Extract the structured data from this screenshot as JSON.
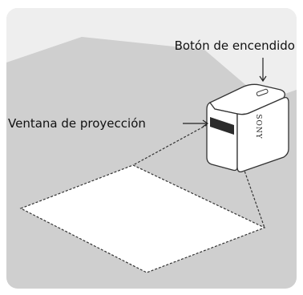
{
  "labels": {
    "power_button": "Botón de encendido",
    "projection_window": "Ventana de proyección"
  },
  "device": {
    "brand": "SONY"
  },
  "colors": {
    "panel_background": "#e6e6e6",
    "wall": "#eeeeee",
    "floor": "#cfcfcf",
    "device_body": "#ffffff",
    "outline": "#333333",
    "projection_area": "#ffffff"
  }
}
